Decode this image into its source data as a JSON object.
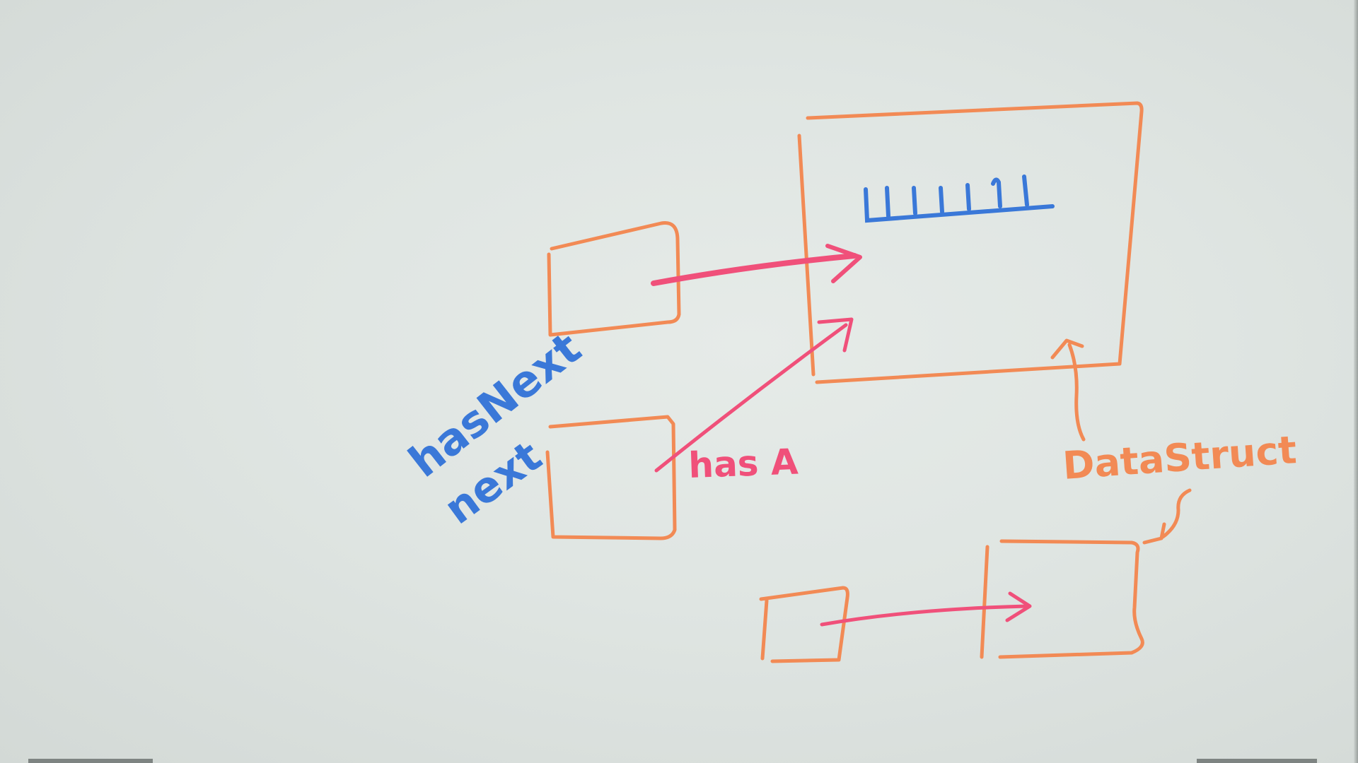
{
  "labels": {
    "has_next": "hasNext",
    "next": "next",
    "has_a": "has A",
    "data_struct": "DataStruct"
  },
  "colors": {
    "board": "#e2e7e4",
    "orange_ink": "#f28a55",
    "pink_ink": "#f0507a",
    "blue_ink": "#3a78d8"
  },
  "icons": {
    "arrow": "arrowhead-icon"
  }
}
